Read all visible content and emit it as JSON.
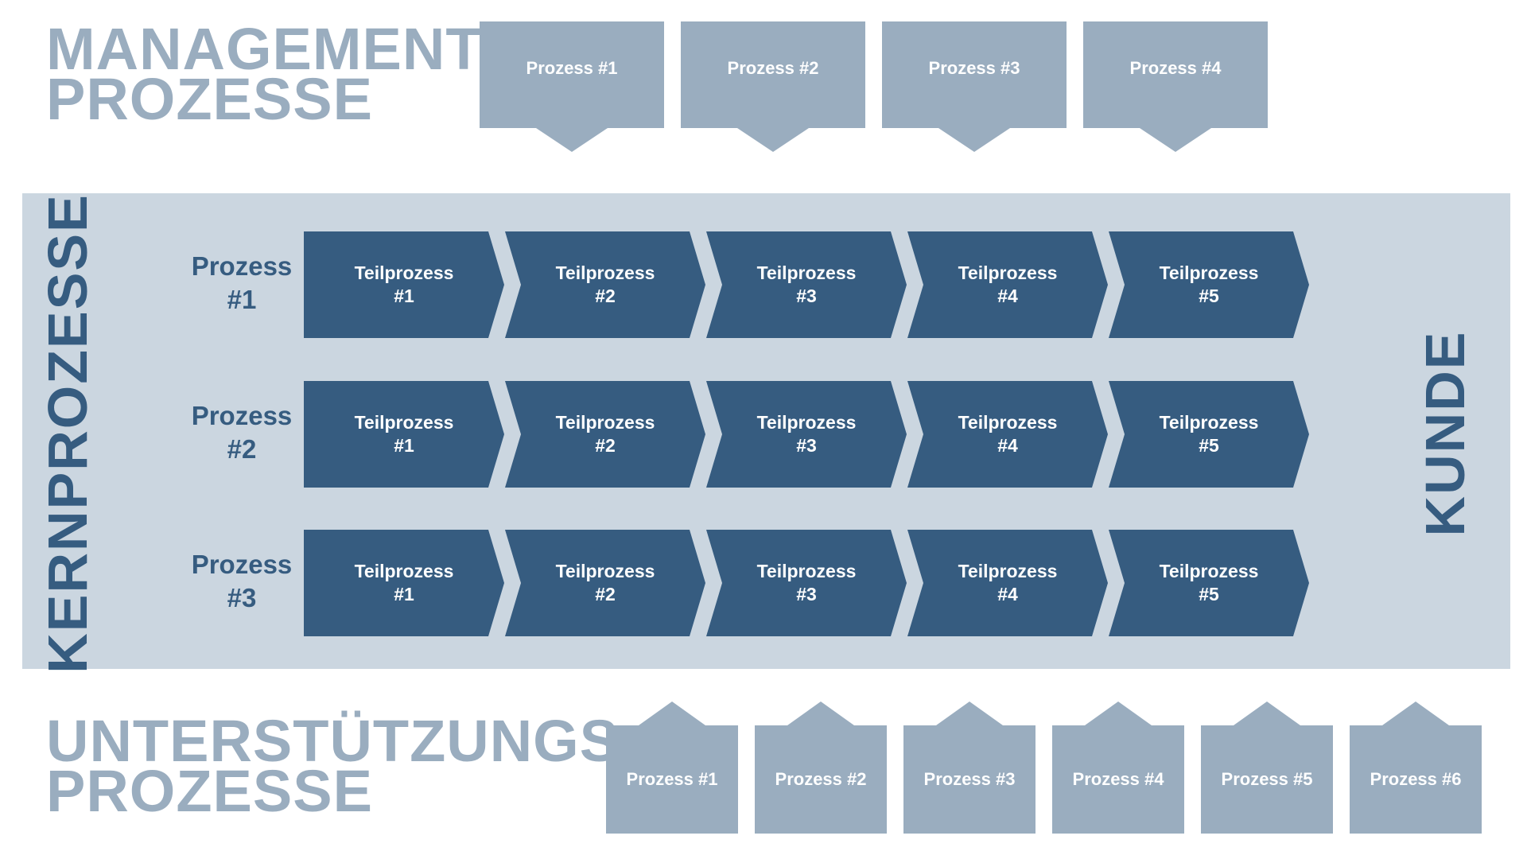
{
  "management": {
    "title_line1": "MANAGEMENT",
    "title_line2": "PROZESSE",
    "boxes": [
      "Prozess #1",
      "Prozess #2",
      "Prozess #3",
      "Prozess #4"
    ]
  },
  "core": {
    "side_label": "KERNPROZESSE",
    "customer_label": "KUNDE",
    "rows": [
      {
        "label_line1": "Prozess",
        "label_line2": "#1",
        "steps": [
          {
            "line1": "Teilprozess",
            "line2": "#1"
          },
          {
            "line1": "Teilprozess",
            "line2": "#2"
          },
          {
            "line1": "Teilprozess",
            "line2": "#3"
          },
          {
            "line1": "Teilprozess",
            "line2": "#4"
          },
          {
            "line1": "Teilprozess",
            "line2": "#5"
          }
        ]
      },
      {
        "label_line1": "Prozess",
        "label_line2": "#2",
        "steps": [
          {
            "line1": "Teilprozess",
            "line2": "#1"
          },
          {
            "line1": "Teilprozess",
            "line2": "#2"
          },
          {
            "line1": "Teilprozess",
            "line2": "#3"
          },
          {
            "line1": "Teilprozess",
            "line2": "#4"
          },
          {
            "line1": "Teilprozess",
            "line2": "#5"
          }
        ]
      },
      {
        "label_line1": "Prozess",
        "label_line2": "#3",
        "steps": [
          {
            "line1": "Teilprozess",
            "line2": "#1"
          },
          {
            "line1": "Teilprozess",
            "line2": "#2"
          },
          {
            "line1": "Teilprozess",
            "line2": "#3"
          },
          {
            "line1": "Teilprozess",
            "line2": "#4"
          },
          {
            "line1": "Teilprozess",
            "line2": "#5"
          }
        ]
      }
    ]
  },
  "support": {
    "title_line1": "UNTERSTÜTZUNGS",
    "title_line2": "PROZESSE",
    "boxes": [
      "Prozess #1",
      "Prozess #2",
      "Prozess #3",
      "Prozess #4",
      "Prozess #5",
      "Prozess #6"
    ]
  },
  "colors": {
    "light_box": "#9aadbf",
    "panel": "#cbd6e0",
    "dark": "#365c80",
    "text_on_box": "#ffffff"
  }
}
